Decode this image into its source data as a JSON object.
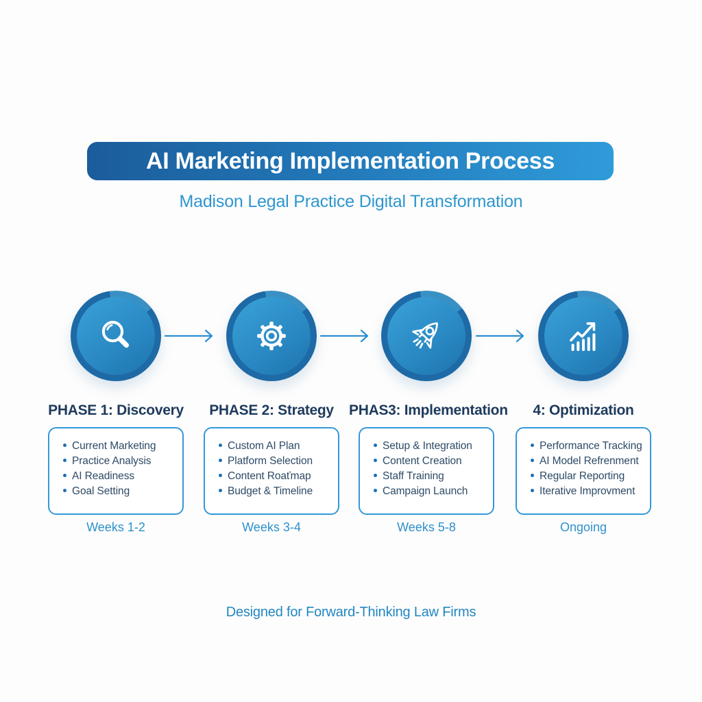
{
  "title_banner": {
    "text": "AI Marketing Implementation Process"
  },
  "subtitle": {
    "text": "Madison Legal Practice Digital Transformation"
  },
  "phases": [
    {
      "icon": "magnifier-icon",
      "header": "PHASE 1: Discovery",
      "items": [
        "Current Marketing",
        "Practice Analysis",
        "AI Readiness",
        "Goal Setting"
      ],
      "duration": "Weeks 1-2"
    },
    {
      "icon": "gear-icon",
      "header": "PHASE 2: Strategy",
      "items": [
        "Custom AI Plan",
        "Platform Selection",
        "Content Roaťmap",
        "Budget & Timeline"
      ],
      "duration": "Weeks 3-4"
    },
    {
      "icon": "rocket-icon",
      "header": "PHAS3: Implementation",
      "items": [
        "Setup & Integration",
        "Content Creation",
        "Staff Training",
        "Campaign Launch"
      ],
      "duration": "Weeks 5-8"
    },
    {
      "icon": "growth-chart-icon",
      "header": "4: Optimization",
      "items": [
        "Performance Tracking",
        "AI Model Refrenment",
        "Regular Reporting",
        "Iterative Improvment"
      ],
      "duration": "Ongoing"
    }
  ],
  "footer": {
    "text": "Designed for Forward-Thinking Law Firms"
  },
  "colors": {
    "banner_gradient_start": "#1b5c9b",
    "banner_gradient_end": "#2f9bd9",
    "banner_text": "#ffffff",
    "subtitle_text": "#2e96cf",
    "phase_header_text": "#1e3a5c",
    "box_border": "#3398d8",
    "bullet_text": "#2d4a66",
    "bullet_dot": "#1a6fb5",
    "duration_text": "#2e90cc",
    "footer_text": "#2287c2",
    "circle_ring_dark": "#1d6aa6",
    "circle_ring_light": "#3a90c3",
    "circle_inner_start": "#3ba2d9",
    "circle_inner_end": "#1e74ae",
    "arrow": "#2e8fd0",
    "icon_stroke": "#ffffff"
  }
}
